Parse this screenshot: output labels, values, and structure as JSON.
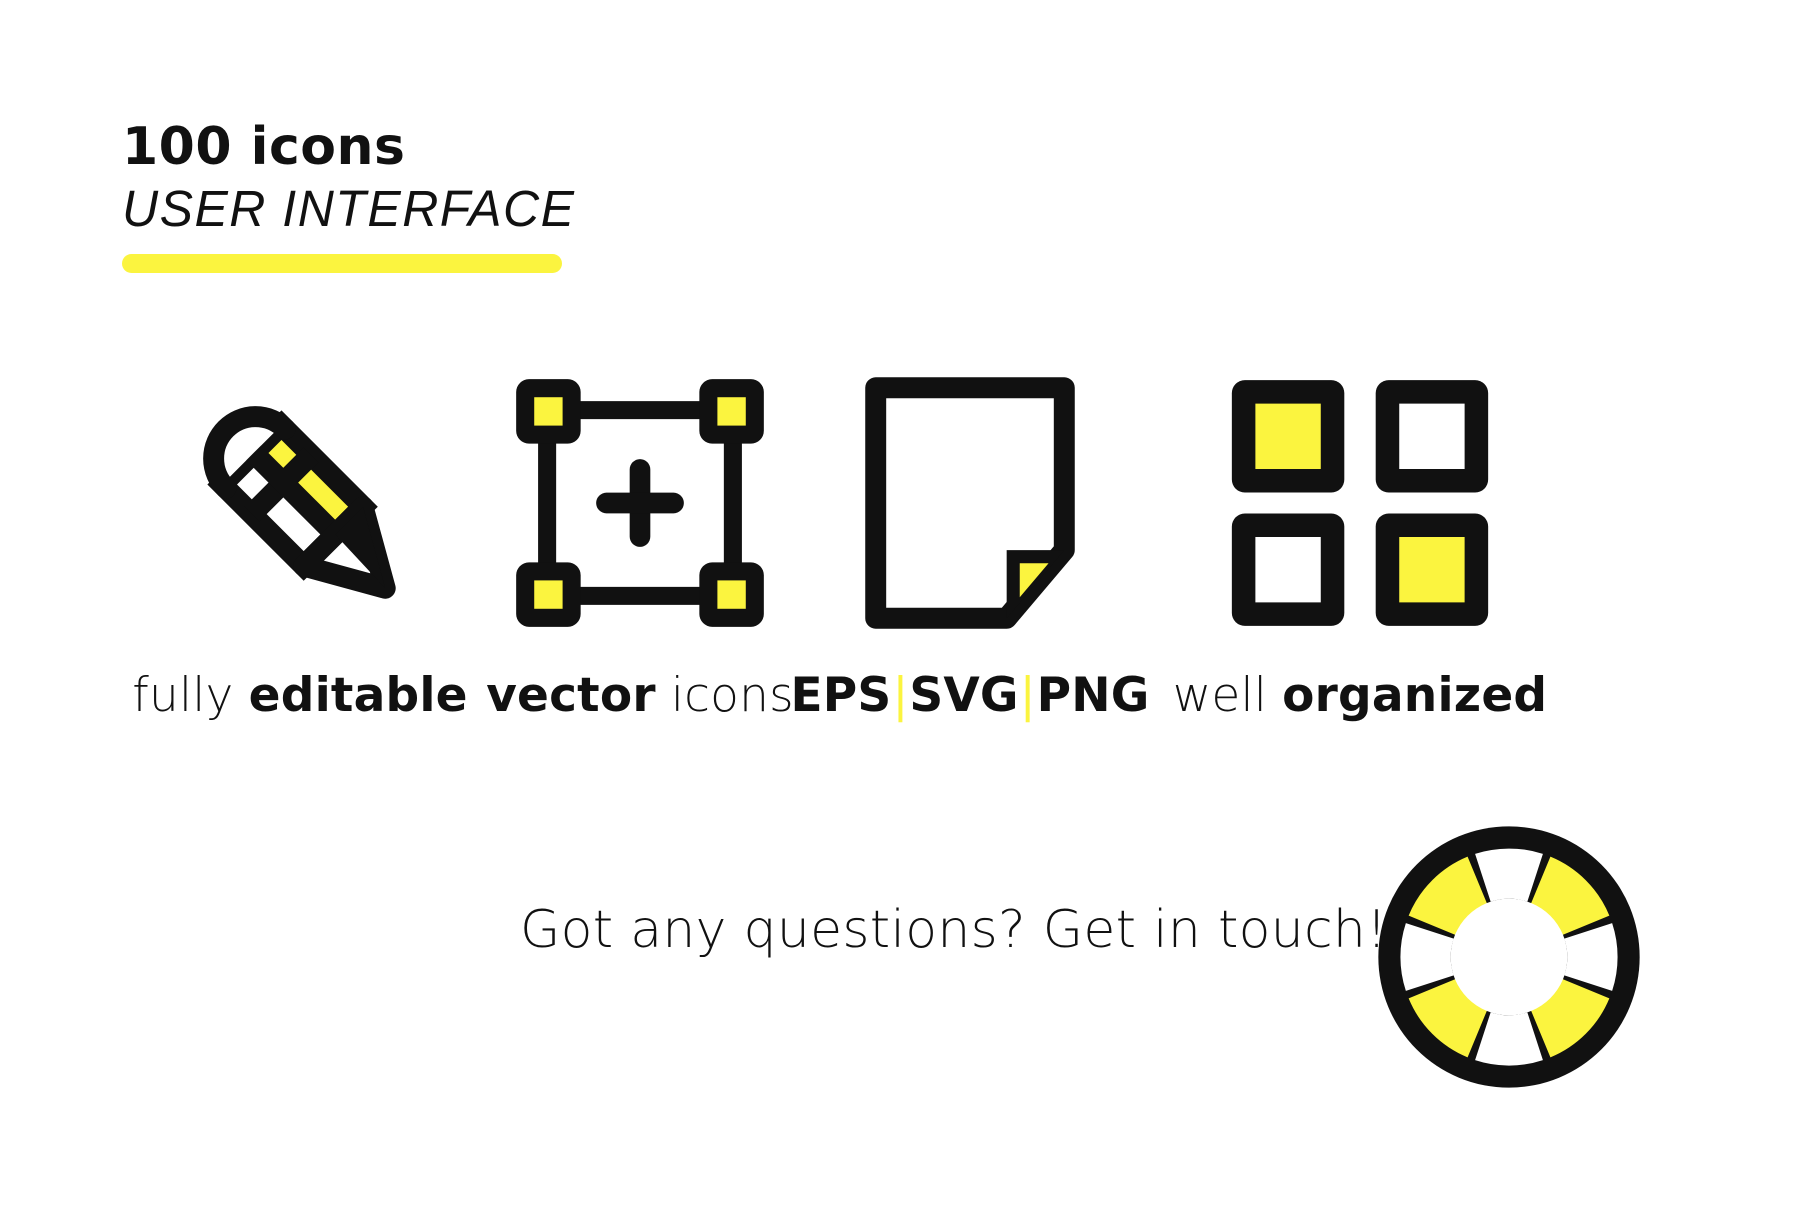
{
  "header": {
    "title": "100 icons",
    "subtitle": "USER INTERFACE",
    "rule_color": "#FBF43F"
  },
  "theme": {
    "accent": "#FBF43F",
    "ink": "#111111",
    "background": "#FFFFFF"
  },
  "features": [
    {
      "icon": "pencil-icon",
      "label_light": "fully ",
      "label_bold": "editable"
    },
    {
      "icon": "vector-selection-icon",
      "label_bold": "vector",
      "label_light": " icons"
    },
    {
      "icon": "document-file-icon",
      "formats": [
        "EPS",
        "SVG",
        "PNG"
      ],
      "separator": "|"
    },
    {
      "icon": "grid-layout-icon",
      "label_light": "well ",
      "label_bold": "organized"
    }
  ],
  "contact": {
    "text": "Got any questions? Get in touch!",
    "icon": "lifebuoy-icon"
  }
}
